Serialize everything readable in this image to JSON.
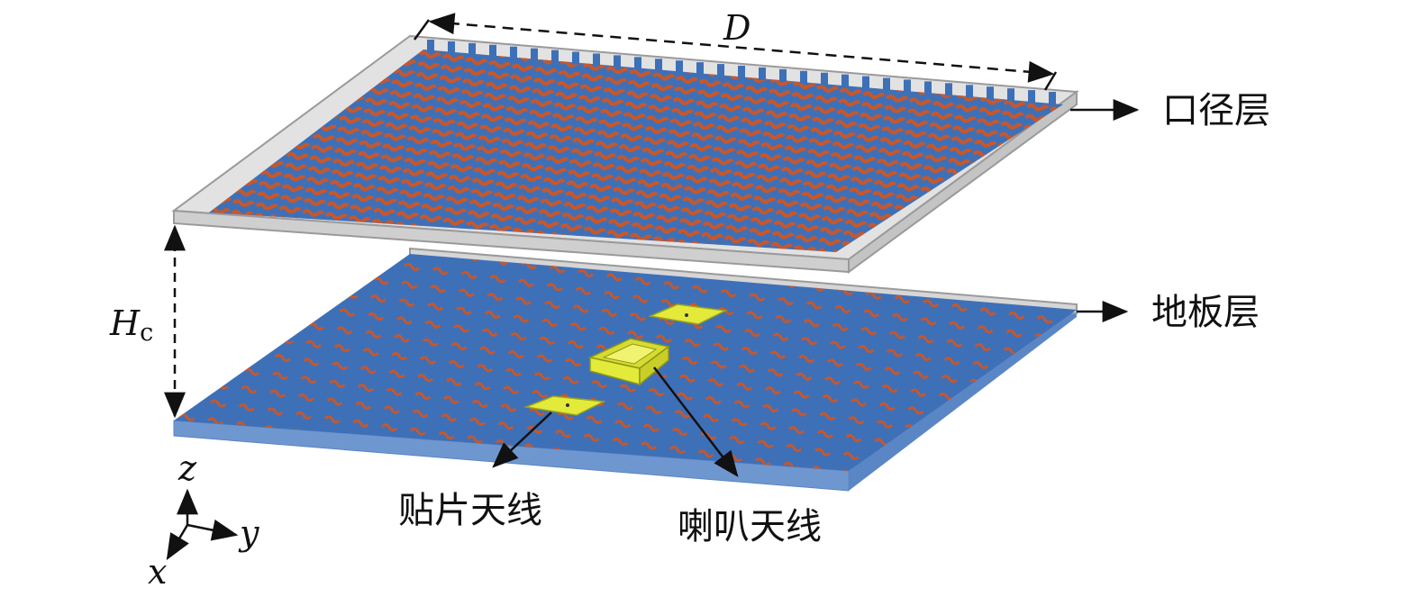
{
  "labels": {
    "aperture_layer": "口径层",
    "ground_layer": "地板层",
    "patch_antenna": "贴片天线",
    "horn_antenna": "喇叭天线",
    "diameter": "D",
    "height": "H",
    "height_sub": "c",
    "axis_x": "x",
    "axis_y": "y",
    "axis_z": "z"
  },
  "colors": {
    "substrate_blue": "#3e70b8",
    "substrate_edge": "#6f97cf",
    "copper": "#c8572a",
    "glass": "#d8d8d8",
    "antenna_yellow": "#e3ea3a",
    "line": "#111111"
  }
}
